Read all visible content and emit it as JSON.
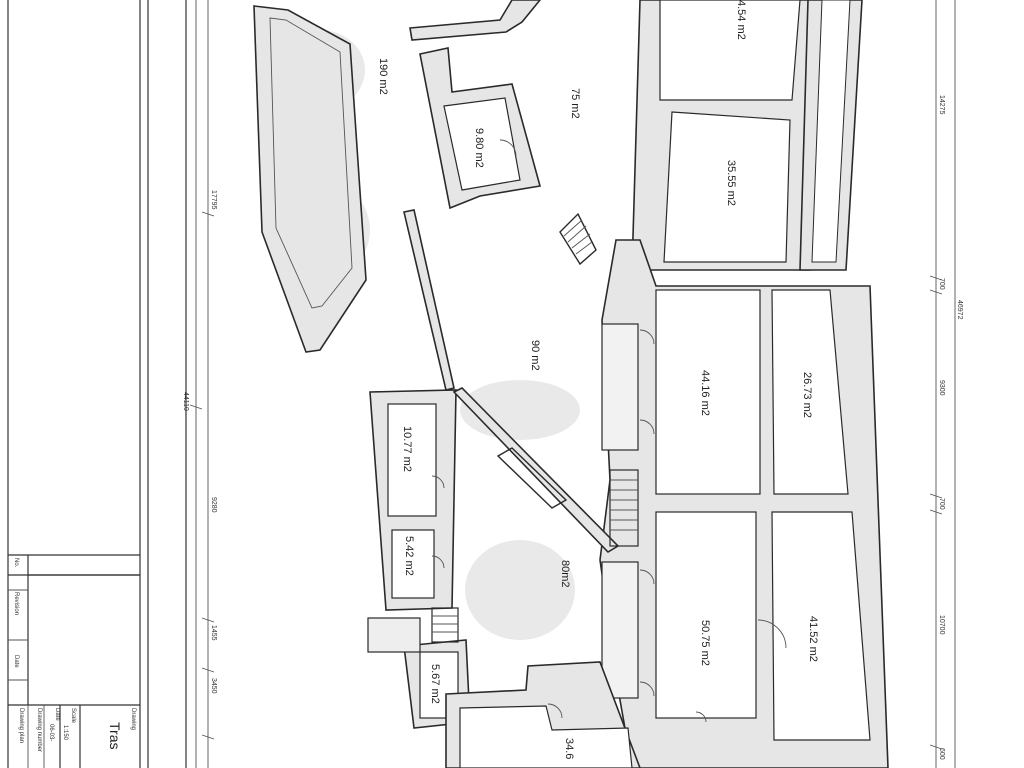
{
  "rooms": {
    "r_4_54": "4.54 m2",
    "r_75": "75 m2",
    "r_190": "190 m2",
    "r_9_80": "9.80 m2",
    "r_35_55": "35.55 m2",
    "r_90": "90 m2",
    "r_44_16": "44.16 m2",
    "r_26_73": "26.73 m2",
    "r_10_77": "10.77 m2",
    "r_5_42": "5.42 m2",
    "r_80": "80m2",
    "r_50_75": "50.75 m2",
    "r_41_52": "41.52 m2",
    "r_5_67": "5.67 m2",
    "r_34_6": "34.6"
  },
  "dimensions": {
    "left_total": "44110",
    "left_top": "17795",
    "left_mid": "9280",
    "left_a": "1455",
    "left_b": "3450",
    "right_total": "46972",
    "right_a": "14275",
    "right_b": "700",
    "right_c": "9300",
    "right_d": "700",
    "right_e": "10700",
    "right_f": "600"
  },
  "title_block": {
    "no_label": "No.",
    "revision_label": "Revision",
    "date_label": "Date",
    "drawing_label": "Drawing",
    "drawing_title": "Tras",
    "scale_label": "Scale",
    "scale_value": "1:150",
    "date_field_label": "Date",
    "date_value": "06-03-",
    "drawing_number_label": "Drawing number",
    "drawing_plan_label": "Drawing plan"
  }
}
